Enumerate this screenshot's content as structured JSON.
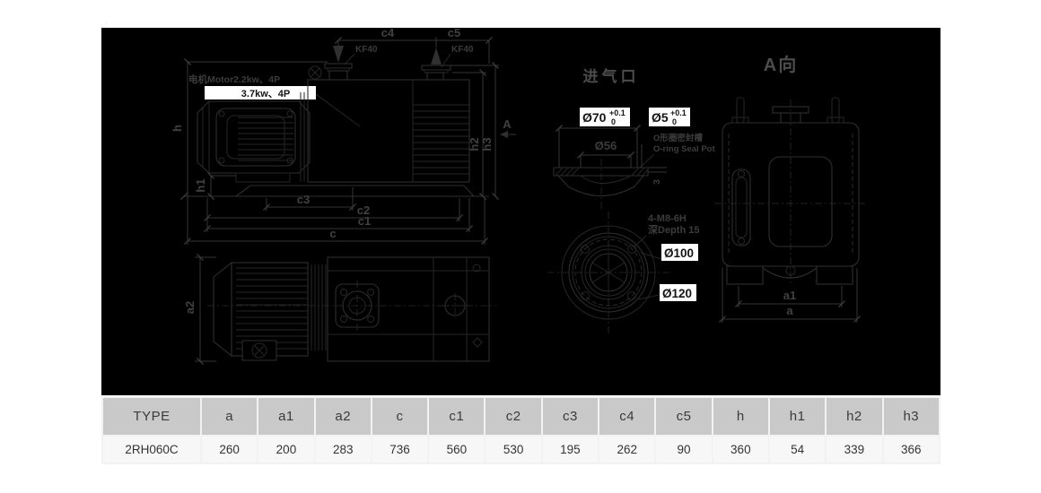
{
  "colors": {
    "page_bg": "#ffffff",
    "panel_bg": "#000000",
    "line": "#2e2e2e",
    "label": "#414141",
    "title": "#4c4c4c",
    "highlight_bg": "#ffffff",
    "highlight_text": "#141414",
    "table_header_bg": "#c9c9c9",
    "table_row_bg": "#f7f7f7",
    "table_border": "#f2f2f2",
    "table_text": "#3b3b3b"
  },
  "drawing": {
    "side_view": {
      "dim_c4": "c4",
      "dim_c5": "c5",
      "inlet_flange_label": "KF40",
      "exhaust_flange_label": "KF40",
      "motor_label_line1": "电机Motor2.2kw、4P",
      "motor_label_line2": "3.7kw、4P",
      "dim_h": "h",
      "dim_h1": "h1",
      "dim_h2": "h2",
      "dim_h3": "h3",
      "dim_c3": "c3",
      "dim_c2": "c2",
      "dim_c1": "c1",
      "dim_c": "c",
      "section_marker": "A"
    },
    "top_view": {
      "dim_a2": "a2"
    },
    "inlet_detail": {
      "title": "进气口",
      "dia70": {
        "main": "Ø70",
        "tol_upper": "+0.1",
        "tol_lower": "0"
      },
      "dia5": {
        "main": "Ø5",
        "tol_upper": "+0.1",
        "tol_lower": "0"
      },
      "oring_note_cn": "O形圈密封槽",
      "oring_note_en": "O-ring Seal Pot",
      "dia56": "Ø56",
      "groove_depth": "3"
    },
    "flange_detail": {
      "thread_spec": "4-M8-6H",
      "depth_spec": "深Depth 15",
      "dia100": "Ø100",
      "dia120": "Ø120"
    },
    "a_view": {
      "title": "A向",
      "dim_a1": "a1",
      "dim_a": "a"
    }
  },
  "table": {
    "headers": [
      "TYPE",
      "a",
      "a1",
      "a2",
      "c",
      "c1",
      "c2",
      "c3",
      "c4",
      "c5",
      "h",
      "h1",
      "h2",
      "h3"
    ],
    "row": [
      "2RH060C",
      "260",
      "200",
      "283",
      "736",
      "560",
      "530",
      "195",
      "262",
      "90",
      "360",
      "54",
      "339",
      "366"
    ]
  }
}
